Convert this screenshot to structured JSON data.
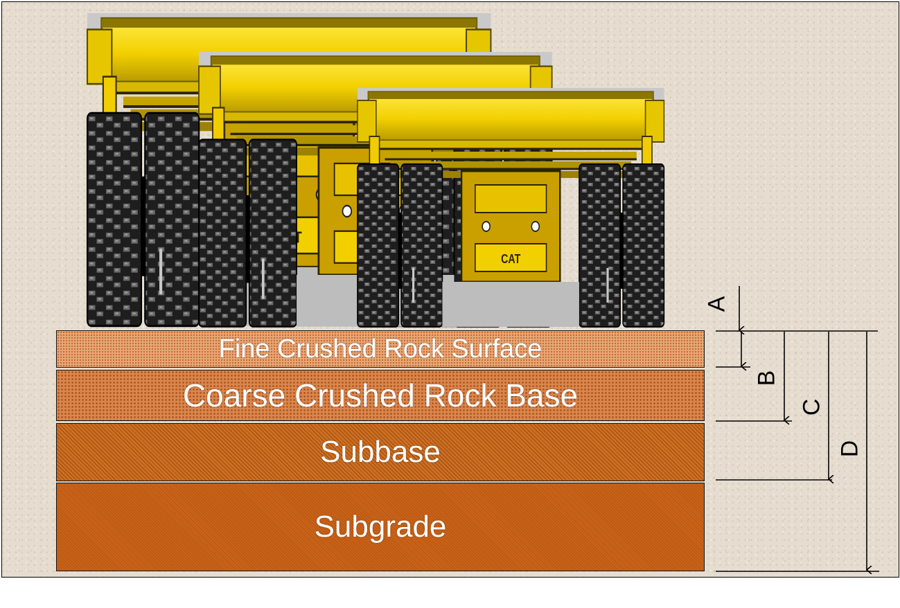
{
  "layers": {
    "surface": "Fine Crushed Rock Surface",
    "base": "Coarse Crushed Rock Base",
    "subbase": "Subbase",
    "subgrade": "Subgrade"
  },
  "dimensions": {
    "a": "A",
    "b": "B",
    "c": "C",
    "d": "D"
  },
  "colors": {
    "truck_yellow": "#f2d000",
    "tire_black": "#1e1e1e",
    "surface": "#e7a877",
    "base": "#d9874d",
    "subbase": "#cc6f22",
    "subgrade": "#cb6418"
  },
  "icons": {
    "trucks": "mining-haul-truck-icon"
  }
}
